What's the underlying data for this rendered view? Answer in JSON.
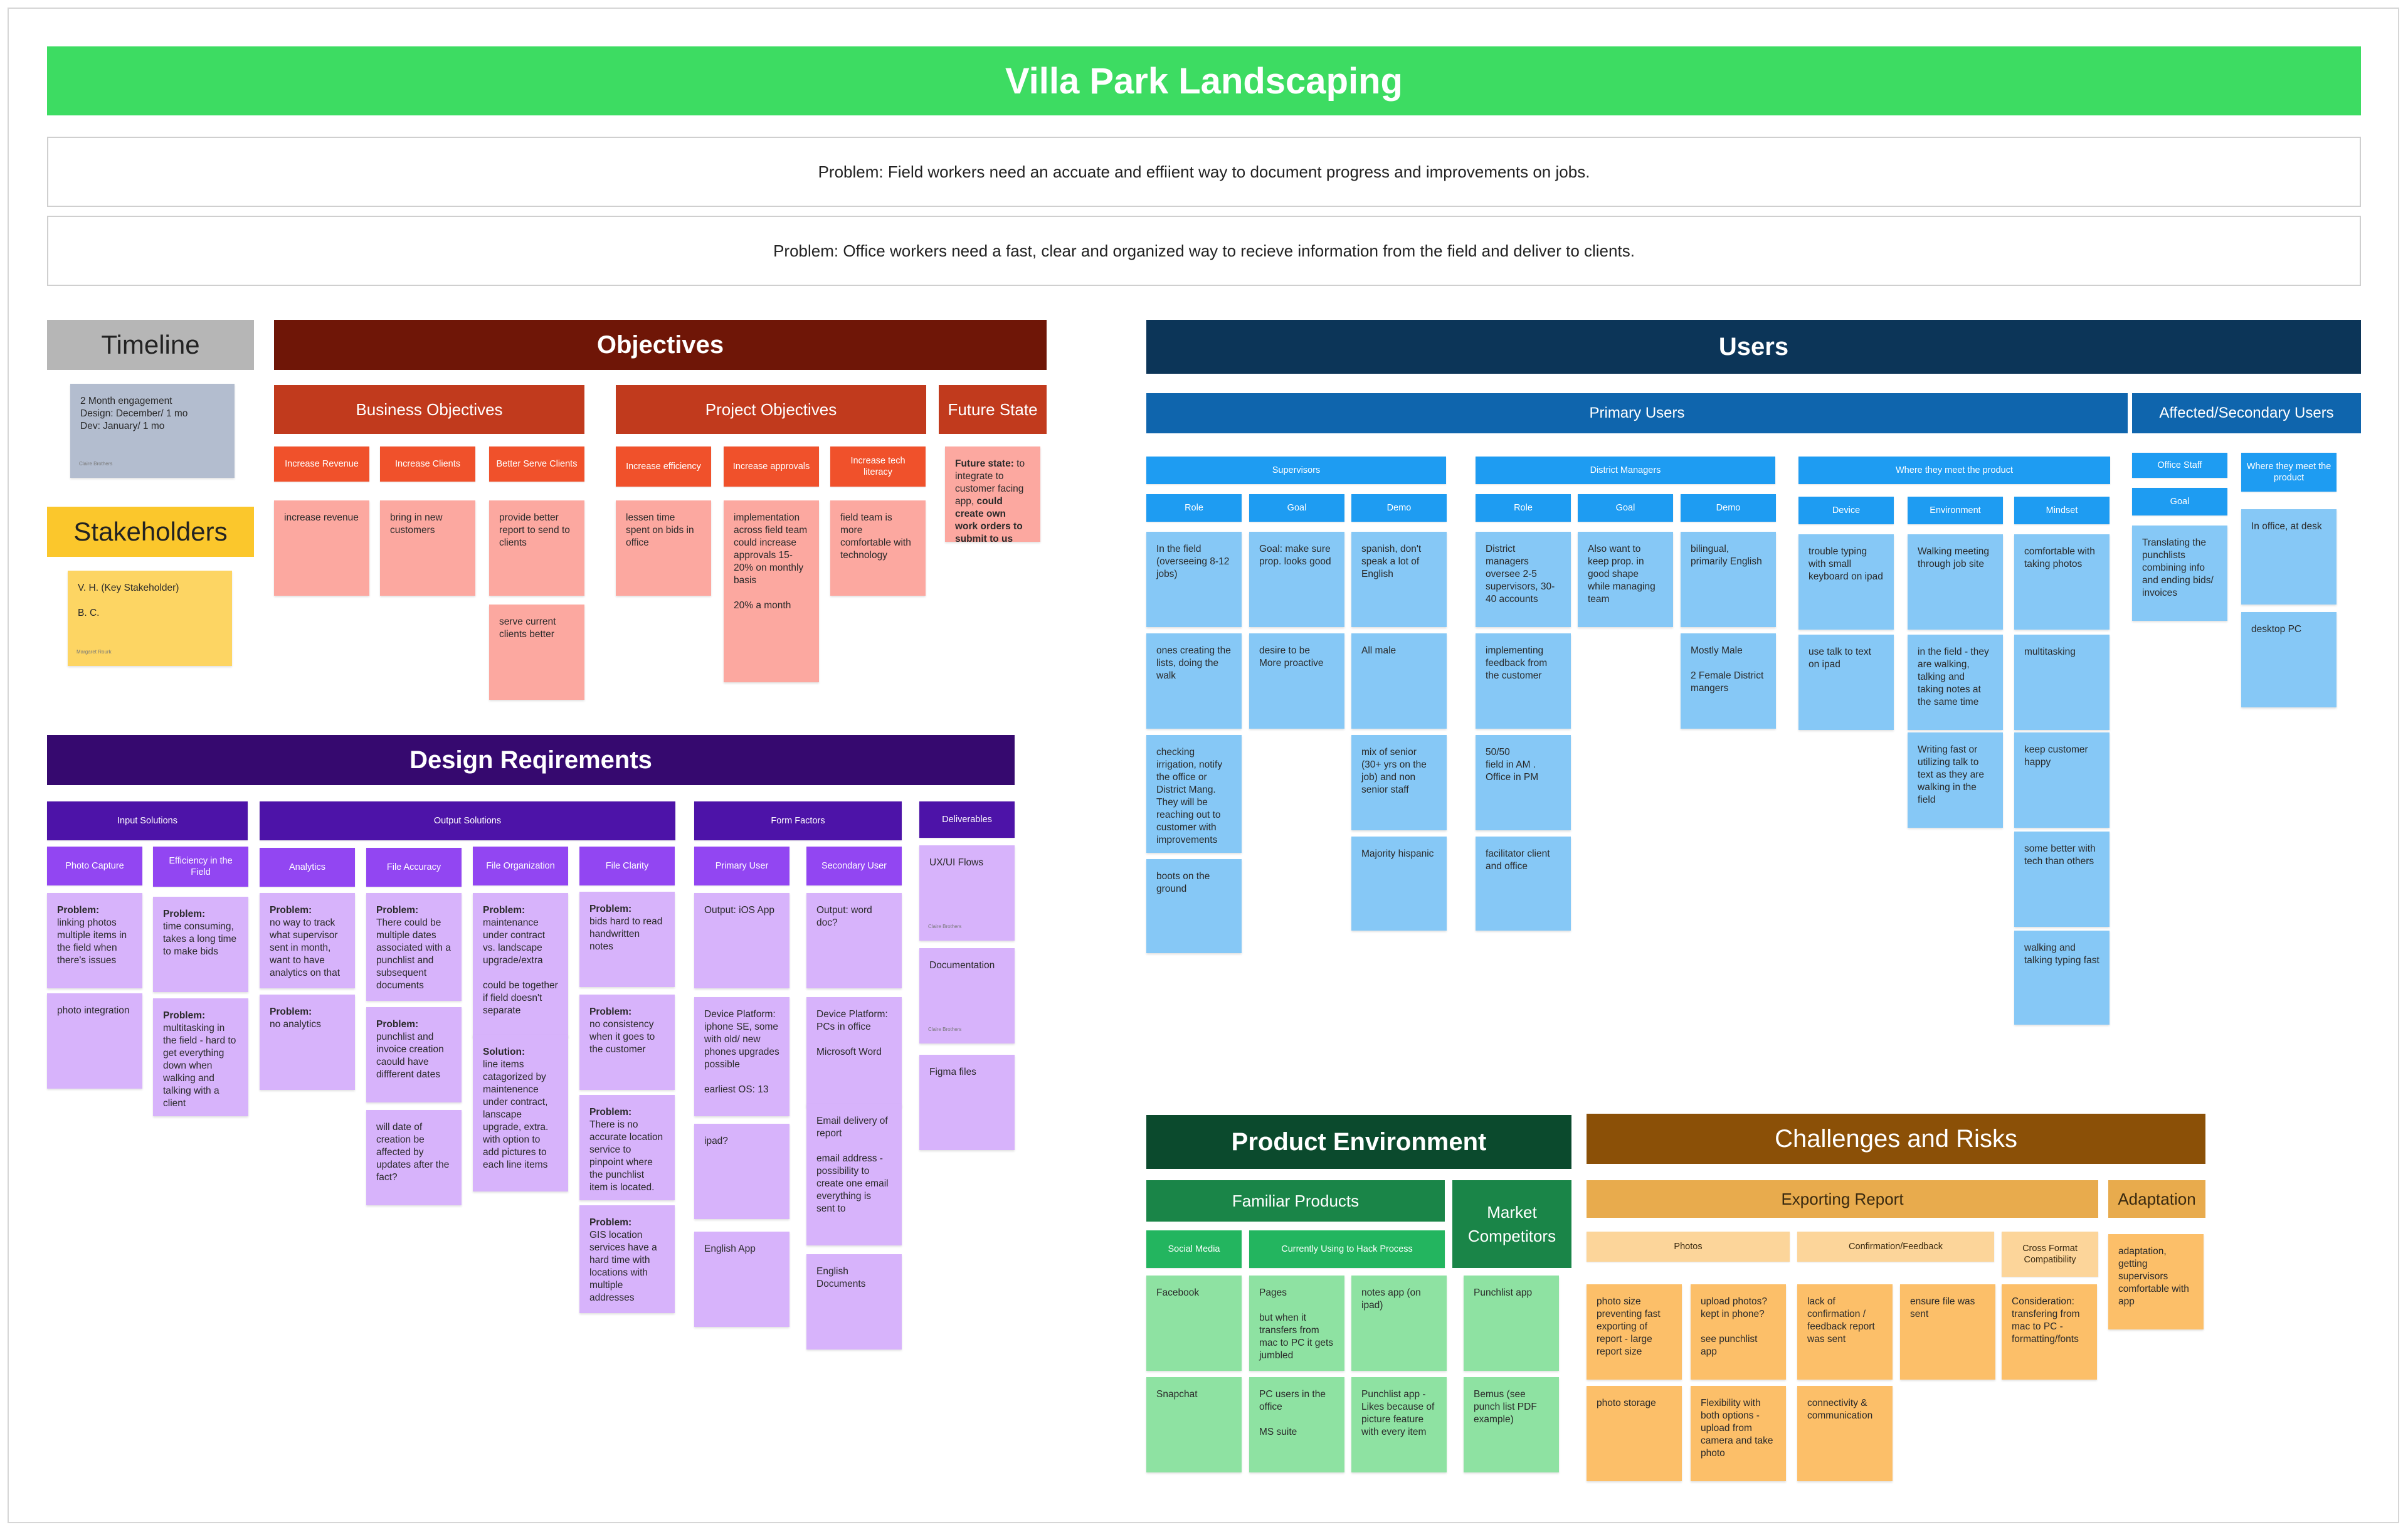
{
  "title": "Villa Park Landscaping",
  "problems": [
    "Problem: Field workers need an accuate and effiient way to document progress and improvements on jobs.",
    "Problem: Office workers need a fast, clear and organized way to recieve information from the field and deliver to clients."
  ],
  "timeline": {
    "header": "Timeline",
    "note": "2 Month engagement\nDesign: December/ 1 mo\nDev: January/ 1 mo",
    "author": "Claire Brothers"
  },
  "stakeholders": {
    "header": "Stakeholders",
    "note": "V. H. (Key Stakeholder)\n\nB. C.",
    "author": "Margaret Rourk"
  },
  "objectives": {
    "header": "Objectives",
    "business": "Business Objectives",
    "project": "Project Objectives",
    "future": "Future State",
    "tags": [
      "Increase Revenue",
      "Increase Clients",
      "Better Serve Clients",
      "Increase efficiency",
      "Increase approvals",
      "Increase tech literacy"
    ],
    "notes": {
      "revenue": "increase revenue",
      "clients": "bring in new customers",
      "serve1": "provide better report to send to clients",
      "serve2": "serve current clients better",
      "efficiency": "lessen time spent on bids in office",
      "approvals": "implementation across field team could increase approvals 15-20% on monthly basis\n\n20% a month",
      "literacy": "field team is more comfortable with technology",
      "future_bold": "Future state:",
      "future_text": " to integrate to customer facing app, ",
      "future_bold2": "could create own work orders to submit to us"
    }
  },
  "users": {
    "header": "Users",
    "primary": "Primary Users",
    "secondary": "Affected/Secondary Users",
    "groups": [
      "Supervisors",
      "District Managers",
      "Where they meet the product"
    ],
    "sup_cols": [
      "Role",
      "Goal",
      "Demo"
    ],
    "dm_cols": [
      "Role",
      "Goal",
      "Demo"
    ],
    "meet_cols": [
      "Device",
      "Environment",
      "Mindset"
    ],
    "sec_cols": [
      "Office Staff",
      "Where they meet the product"
    ],
    "sec_goal": "Goal",
    "sup_role": [
      "In the field (overseeing 8-12 jobs)",
      "ones creating the lists, doing the walk",
      "checking irrigation, notify the office or District Mang. They will be reaching out to customer with improvements",
      "boots on the ground"
    ],
    "sup_goal": [
      "Goal: make sure prop. looks good",
      "desire to be More proactive"
    ],
    "sup_demo": [
      "spanish, don't speak a lot of English",
      "All male",
      "mix of senior (30+ yrs on the job) and non senior staff",
      "Majority hispanic"
    ],
    "dm_role": [
      "District managers oversee 2-5 supervisors, 30-40 accounts",
      "implementing feedback from the customer",
      "50/50\nfield in AM .\nOffice in PM",
      "facilitator client and office"
    ],
    "dm_goal": [
      "Also want to keep prop. in good shape while managing team"
    ],
    "dm_demo": [
      "bilingual, primarily English",
      "Mostly Male\n\n2 Female District mangers"
    ],
    "device": [
      "trouble typing with small keyboard on ipad",
      "use talk to text on ipad"
    ],
    "environment": [
      "Walking meeting through job site",
      "in the field - they are walking, talking and taking notes at the same time",
      "Writing fast or utilizing talk to text as they are walking in the field"
    ],
    "mindset": [
      "comfortable with taking photos",
      "multitasking",
      "keep customer happy",
      "some better with tech than others",
      "walking and talking typing fast"
    ],
    "office_goal": "Translating the punchlists combining info and ending bids/ invoices",
    "office_where": [
      "In office, at desk",
      "desktop PC"
    ]
  },
  "design": {
    "header": "Design Reqirements",
    "groups": [
      "Input Solutions",
      "Output Solutions",
      "Form Factors",
      "Deliverables"
    ],
    "tags": [
      "Photo Capture",
      "Efficiency in the Field",
      "Analytics",
      "File Accuracy",
      "File Organization",
      "File Clarity",
      "Primary User",
      "Secondary User"
    ],
    "problem_label": "Problem:",
    "solution_label": "Solution:",
    "photo": [
      {
        "bold": "Problem:",
        "text": "\nlinking photos multiple items in the field when there's issues"
      },
      {
        "bold": "",
        "text": "photo integration"
      }
    ],
    "efficiency": [
      {
        "bold": "Problem:",
        "text": "\ntime consuming, takes a long time to make bids"
      },
      {
        "bold": "Problem:",
        "text": "\nmultitasking in the field - hard to get everything down when walking and talking with a client"
      }
    ],
    "analytics": [
      {
        "bold": "Problem:",
        "text": "\nno way to track what supervisor sent in month, want to have analytics on that"
      },
      {
        "bold": "Problem:",
        "text": "\nno analytics"
      }
    ],
    "accuracy": [
      {
        "bold": "Problem:",
        "text": "\nThere could be multiple dates associated with a punchlist and subsequent documents"
      },
      {
        "bold": "Problem:",
        "text": "\npunchlist and invoice creation caould have diffferent dates"
      },
      {
        "bold": "",
        "text": "will date of creation be affected by updates after the fact?"
      }
    ],
    "organization": [
      {
        "bold": "Problem:",
        "text": "\nmaintenance under contract vs. landscape upgrade/extra\n\ncould be together if field doesn't separate"
      },
      {
        "bold": "Solution:",
        "text": "\nline items catagorized by maintenence under contract, lanscape upgrade, extra. with option to add pictures to each line items"
      }
    ],
    "clarity": [
      {
        "bold": "Problem:",
        "text": "\nbids hard to read handwritten notes"
      },
      {
        "bold": "Problem:",
        "text": "\nno consistency when it goes to the customer"
      },
      {
        "bold": "Problem:",
        "text": "\nThere is no accurate location service to pinpoint where the punchlist item is located."
      },
      {
        "bold": "Problem:",
        "text": "\nGIS location services have a hard time with locations with multiple addresses"
      }
    ],
    "primary": [
      "Output: iOS App",
      "Device Platform: iphone SE, some with old/ new phones upgrades possible\n\nearliest OS: 13",
      "ipad?",
      "English App"
    ],
    "secondary": [
      "Output: word doc?",
      "Device Platform: PCs in office\n\nMicrosoft Word",
      "Email delivery of report\n\nemail address - possibility to create one email everything is sent to",
      "English Documents"
    ],
    "deliverables": [
      "UX/UI Flows",
      "Documentation",
      "Figma files"
    ],
    "deliverable_authors": [
      "Claire Brothers",
      "Claire Brothers"
    ]
  },
  "product_env": {
    "header": "Product Environment",
    "familiar": "Familiar Products",
    "market": "Market Competitors",
    "cols": [
      "Social Media",
      "Currently Using to Hack Process"
    ],
    "social": [
      "Facebook",
      "Snapchat"
    ],
    "hack1": [
      "Pages\n\nbut when it transfers from mac to PC it gets jumbled",
      "PC users in the office\n\nMS suite"
    ],
    "hack2": [
      "notes app (on ipad)",
      "Punchlist app - Likes because of picture feature with every item"
    ],
    "competitors": [
      "Punchlist app",
      "Bemus (see punch list PDF example)"
    ]
  },
  "challenges": {
    "header": "Challenges and Risks",
    "exporting": "Exporting Report",
    "adaptation": "Adaptation",
    "cols": [
      "Photos",
      "Confirmation/Feedback",
      "Cross Format Compatibility"
    ],
    "photos1": [
      "photo size preventing fast exporting of report - large report size",
      "photo storage"
    ],
    "photos2": [
      "upload photos? kept in phone?\n\nsee punchlist app",
      "Flexibility with both options - upload from camera and take photo"
    ],
    "confirm1": [
      "lack of confirmation / feedback report was sent",
      "connectivity & communication"
    ],
    "confirm2": [
      "ensure file was sent"
    ],
    "cross": [
      "Consideration: transfering from mac to PC - formatting/fonts"
    ],
    "adapt": [
      "adaptation, getting supervisors comfortable with app"
    ]
  },
  "colors": {
    "title": "#3ddc62",
    "objectives": "#6f1607",
    "users": "#0c3558",
    "design": "#36096f",
    "product_env": "#0b4a2d",
    "challenges": "#8b5007"
  }
}
